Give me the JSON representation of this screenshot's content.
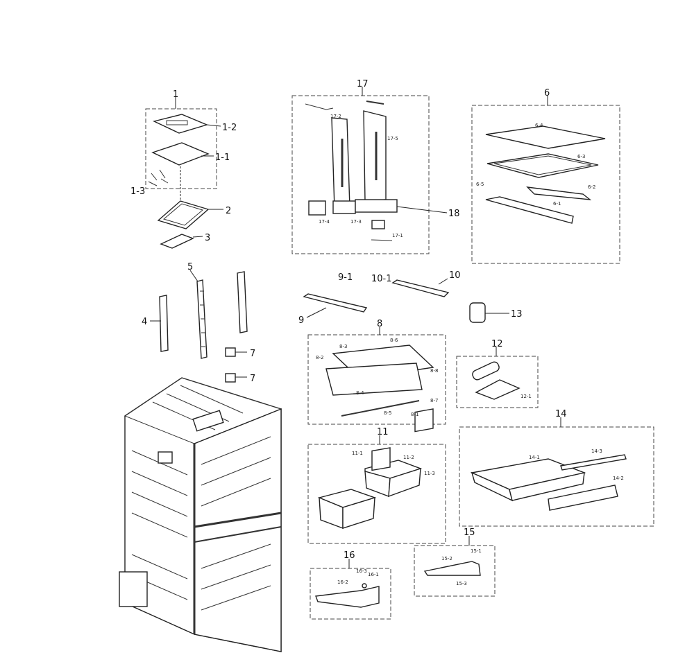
{
  "title": "Refrigerator cabinet exploded parts diagram",
  "callouts": {
    "c1": "1",
    "c1_2": "1-2",
    "c1_1": "1-1",
    "c1_3": "1-3",
    "c2": "2",
    "c3": "3",
    "c4": "4",
    "c5": "5",
    "c7a": "7",
    "c7b": "7",
    "c17": "17",
    "c17_2": "17-2",
    "c17_5": "17-5",
    "c17_4": "17-4",
    "c17_3": "17-3",
    "c17_1": "17-1",
    "c18": "18",
    "c6": "6",
    "c6_4": "6-4",
    "c6_3": "6-3",
    "c6_5": "6-5",
    "c6_2": "6-2",
    "c6_1": "6-1",
    "c9_1": "9-1",
    "c10_1": "10-1",
    "c10": "10",
    "c9": "9",
    "c13": "13",
    "c8": "8",
    "c8_6": "8-6",
    "c8_3": "8-3",
    "c8_2": "8-2",
    "c8_8": "8-8",
    "c8_4": "8-4",
    "c8_7": "8-7",
    "c8_5": "8-5",
    "c8_1": "8-1",
    "c12": "12",
    "c12_1": "12-1",
    "c11": "11",
    "c11_1": "11-1",
    "c11_2": "11-2",
    "c11_3": "11-3",
    "c14": "14",
    "c14_1": "14-1",
    "c14_3": "14-3",
    "c14_2": "14-2",
    "c15": "15",
    "c15_1": "15-1",
    "c15_2": "15-2",
    "c15_3": "15-3",
    "c16": "16",
    "c16_3": "16-3",
    "c16_1": "16-1",
    "c16_2": "16-2"
  }
}
